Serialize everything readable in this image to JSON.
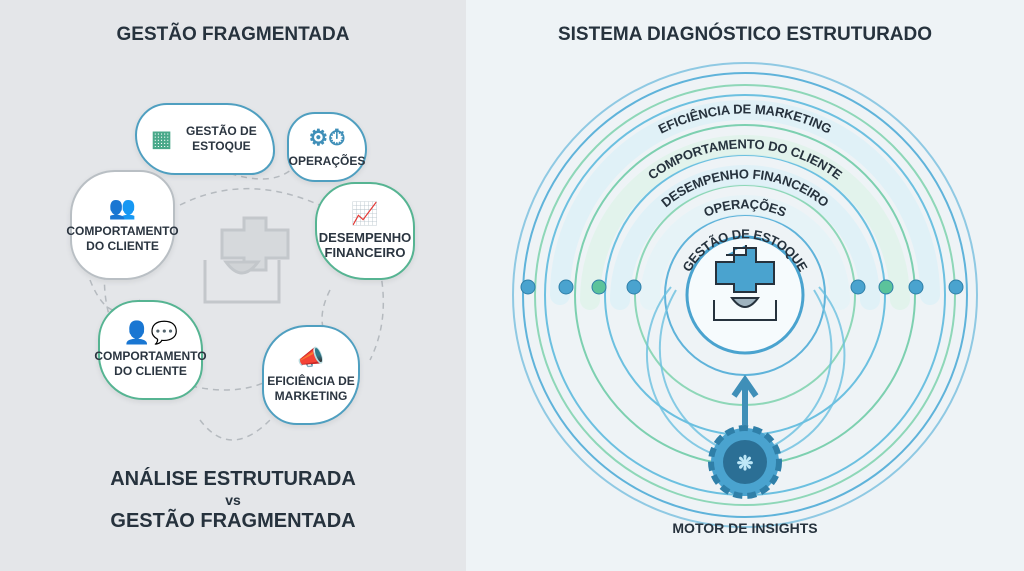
{
  "left": {
    "title": "GESTÃO FRAGMENTADA",
    "cards": [
      {
        "label": "GESTÃO DE ESTOQUE",
        "icon": "inventory-boxes-icon"
      },
      {
        "label": "OPERAÇÕES",
        "icon": "gears-stopwatch-icon"
      },
      {
        "label": "COMPORTAMENTO DO CLIENTE",
        "icon": "people-group-icon"
      },
      {
        "label": "DESEMPENHO FINANCEIRO",
        "icon": "bar-chart-growth-icon"
      },
      {
        "label": "COMPORTAMENTO DO CLIENTE",
        "icon": "person-chat-icon"
      },
      {
        "label": "EFICIÊNCIA DE MARKETING",
        "icon": "megaphone-icon"
      }
    ],
    "bottom": {
      "line1": "ANÁLISE ESTRUTURADA",
      "line2": "vs",
      "line3": "GESTÃO FRAGMENTADA"
    }
  },
  "right": {
    "title": "SISTEMA DIAGNÓSTICO ESTRUTURADO",
    "arcs": [
      "EFICIÊNCIA DE MARKETING",
      "COMPORTAMENTO DO CLIENTE",
      "DESEMPENHO FINANCEIRO",
      "OPERAÇÕES",
      "GESTÃO DE ESTOQUE"
    ],
    "engine_label": "MOTOR DE INSIGHTS",
    "colors": {
      "blue": "#4aa3cf",
      "green": "#5cc39b",
      "dark": "#26323d"
    }
  }
}
